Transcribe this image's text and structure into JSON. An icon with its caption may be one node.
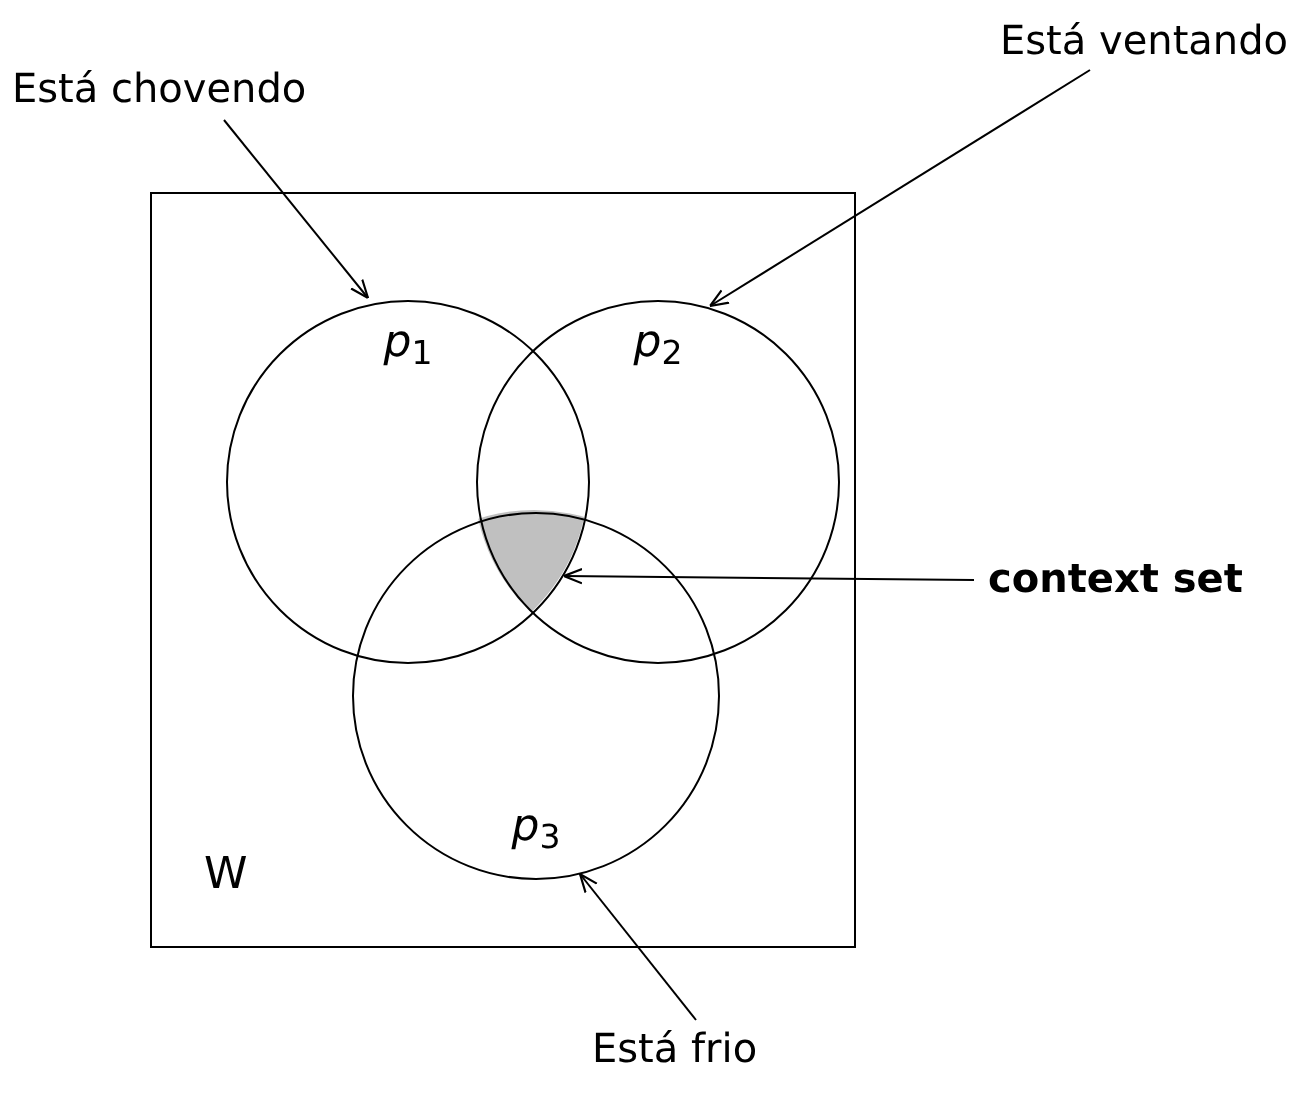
{
  "diagram": {
    "nodes": [
      {
        "text": [
          "W"
        ]
      },
      {
        "text": [
          "*p*$_{1}$"
        ],
        "in": 0
      },
      {
        "text": [
          "*p*$_{2}$"
        ],
        "in": 0
      },
      {
        "text": [
          "*p*$_{3}$"
        ],
        "in": 0
      },
      {
        "text": [
          "Está chovendo"
        ]
      },
      {
        "text": [
          "Está ventando"
        ]
      },
      {
        "text": [
          "context set"
        ]
      },
      {
        "text": [
          "Está frio"
        ]
      },
      {
        "text": [],
        "shape": "region"
      }
    ],
    "edges": [
      {
        "from": 4,
        "to": 1,
        "arrow": "to"
      },
      {
        "from": 5,
        "to": 2,
        "arrow": "to"
      },
      {
        "from": 6,
        "to": 8,
        "arrow": "to"
      },
      {
        "from": 7,
        "to": 3,
        "arrow": "to"
      }
    ]
  }
}
